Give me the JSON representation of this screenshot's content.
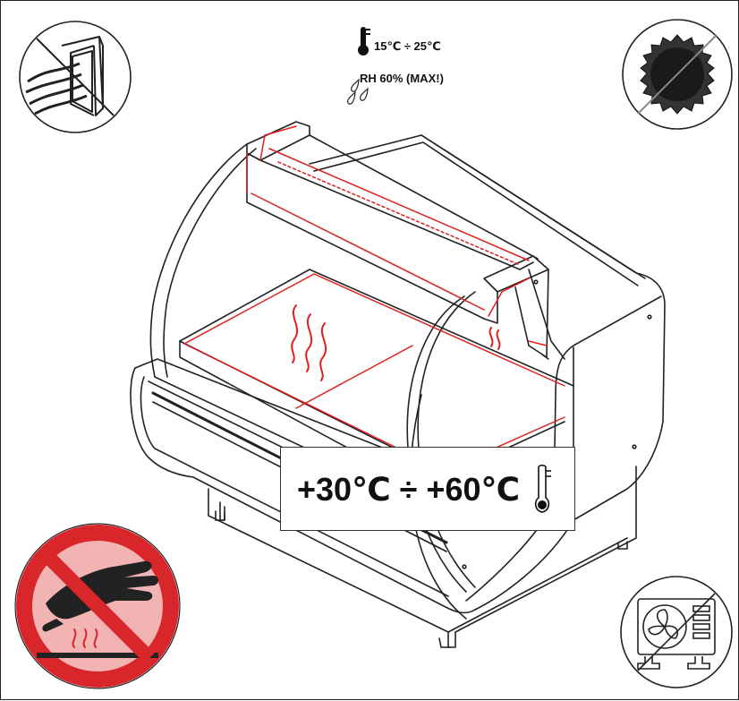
{
  "ambient": {
    "temperature_range": "15℃ ÷ 25℃",
    "humidity": "RH 60% (MAX!)"
  },
  "display": {
    "temperature_range": "+30℃ ÷ +60℃"
  },
  "icons": {
    "top_left": "no-draft-window-icon",
    "top_right": "no-sun-icon",
    "bottom_left": "no-touch-hot-surface-icon",
    "bottom_right": "no-ac-unit-nearby-icon",
    "ambient_temperature": "thermometer-icon",
    "humidity": "water-drops-icon"
  },
  "colors": {
    "line": "#222222",
    "heat": "#e0201e",
    "prohibit_red": "#d8262b",
    "prohibit_bg": "#f2b3b3"
  }
}
